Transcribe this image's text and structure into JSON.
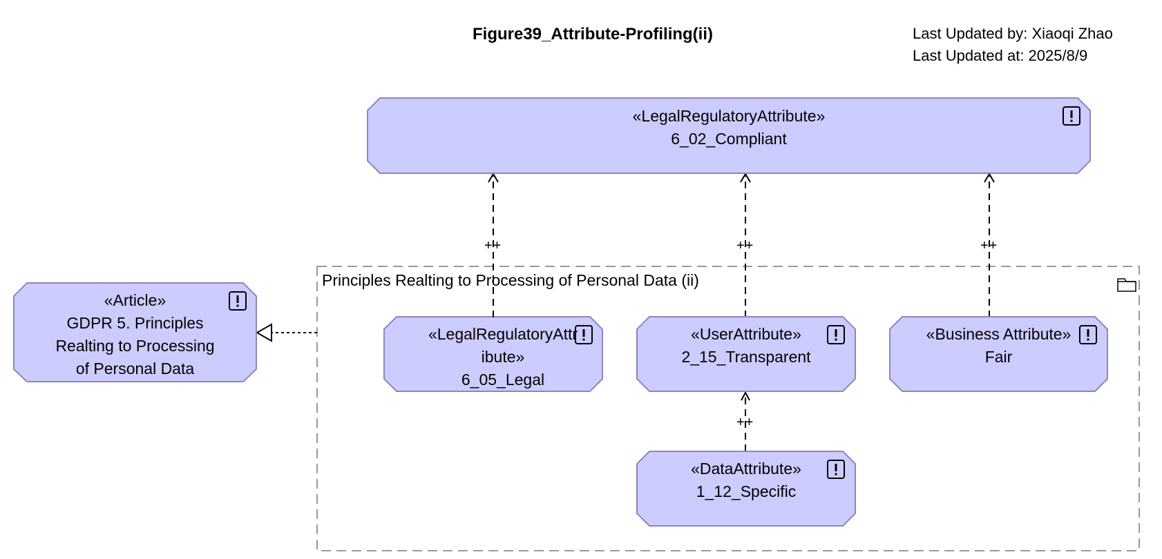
{
  "diagram": {
    "title": "Figure39_Attribute-Profiling(ii)",
    "last_updated_by": "Last Updated by: Xiaoqi Zhao",
    "last_updated_at": "Last Updated at: 2025/8/9",
    "package": {
      "name": "Principles Realting to Processing of Personal Data (ii)",
      "icon": "folder-icon"
    },
    "fill_color": "#ccccff",
    "stroke_color": "#8888bb",
    "nodes": {
      "compliant": {
        "stereotype": "«LegalRegulatoryAttribute»",
        "name": "6_02_Compliant"
      },
      "article": {
        "stereotype": "«Article»",
        "name_line1": "GDPR 5. Principles",
        "name_line2": "Realting to Processing",
        "name_line3": "of Personal Data"
      },
      "legal": {
        "stereotype_line1": "«LegalRegulatoryAttr",
        "stereotype_line2": "ibute»",
        "name": "6_05_Legal"
      },
      "transparent": {
        "stereotype": "«UserAttribute»",
        "name": "2_15_Transparent"
      },
      "fair": {
        "stereotype": "«Business Attribute»",
        "name": "Fair"
      },
      "specific": {
        "stereotype": "«DataAttribute»",
        "name": "1_12_Specific"
      }
    },
    "multiplicity": "++",
    "warning_icon": "exclamation-icon"
  }
}
